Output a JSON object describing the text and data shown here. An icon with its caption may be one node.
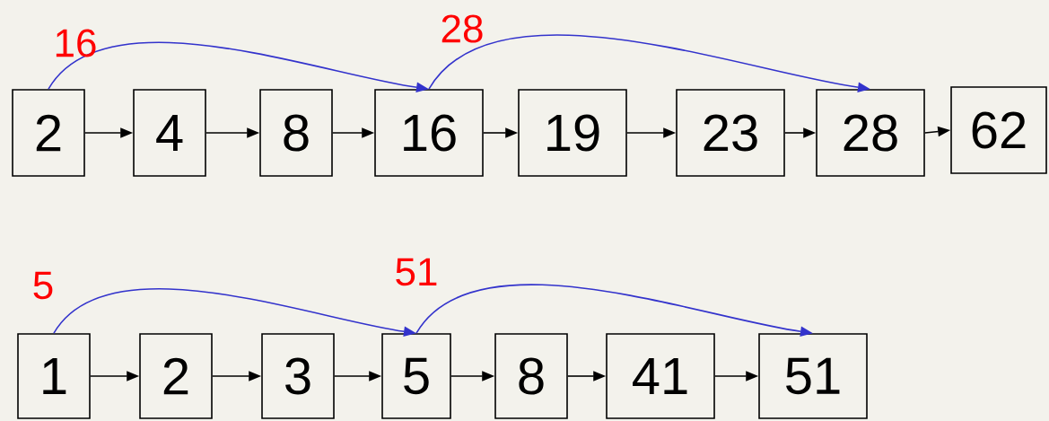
{
  "diagram": {
    "nodes": [
      {
        "text": [
          "2"
        ]
      },
      {
        "text": [
          "4"
        ]
      },
      {
        "text": [
          "8"
        ]
      },
      {
        "text": [
          "16"
        ]
      },
      {
        "text": [
          "19"
        ]
      },
      {
        "text": [
          "23"
        ]
      },
      {
        "text": [
          "28"
        ]
      },
      {
        "text": [
          "62"
        ]
      },
      {
        "text": [
          "1"
        ]
      },
      {
        "text": [
          "2"
        ]
      },
      {
        "text": [
          "3"
        ]
      },
      {
        "text": [
          "5"
        ]
      },
      {
        "text": [
          "8"
        ]
      },
      {
        "text": [
          "41"
        ]
      },
      {
        "text": [
          "51"
        ]
      }
    ],
    "edges": [
      {
        "from": 0,
        "to": 1,
        "arrow": "to"
      },
      {
        "from": 1,
        "to": 2,
        "arrow": "to"
      },
      {
        "from": 2,
        "to": 3,
        "arrow": "to"
      },
      {
        "from": 3,
        "to": 4,
        "arrow": "to"
      },
      {
        "from": 4,
        "to": 5,
        "arrow": "to"
      },
      {
        "from": 5,
        "to": 6,
        "arrow": "to"
      },
      {
        "from": 6,
        "to": 7,
        "arrow": "to"
      },
      {
        "from": 0,
        "to": 3,
        "arrow": "to",
        "label": "16",
        "color": "#3333cc"
      },
      {
        "from": 3,
        "to": 6,
        "arrow": "to",
        "label": "28",
        "color": "#3333cc"
      },
      {
        "from": 8,
        "to": 9,
        "arrow": "to"
      },
      {
        "from": 9,
        "to": 10,
        "arrow": "to"
      },
      {
        "from": 10,
        "to": 11,
        "arrow": "to"
      },
      {
        "from": 11,
        "to": 12,
        "arrow": "to"
      },
      {
        "from": 12,
        "to": 13,
        "arrow": "to"
      },
      {
        "from": 13,
        "to": 14,
        "arrow": "to"
      },
      {
        "from": 8,
        "to": 11,
        "arrow": "to",
        "label": "5",
        "color": "#3333cc"
      },
      {
        "from": 11,
        "to": 14,
        "arrow": "to",
        "label": "51",
        "color": "#3333cc"
      }
    ]
  }
}
